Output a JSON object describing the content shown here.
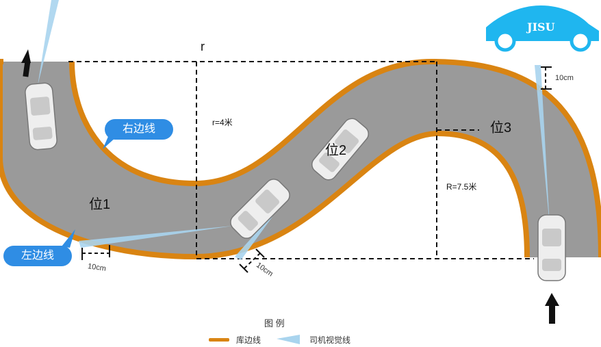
{
  "brand": {
    "logo_text": "JISU",
    "color": "#1fb6ef"
  },
  "labels": {
    "r_top": "r",
    "r_small": "r=4米",
    "r_large": "R=7.5米",
    "pos1": "位1",
    "pos2": "位2",
    "pos3": "位3",
    "dist_left": "10cm",
    "dist_mid": "10cm",
    "dist_right": "10cm"
  },
  "callouts": {
    "right_edge": "右边线",
    "left_edge": "左边线"
  },
  "legend": {
    "title": "图  例",
    "items": [
      {
        "label": "库边线",
        "color": "#d98412",
        "kind": "line"
      },
      {
        "label": "司机视觉线",
        "color": "#a9d4ee",
        "kind": "wedge"
      }
    ]
  },
  "colors": {
    "road": "#9a9a9a",
    "edge": "#d98412",
    "sight": "#a9d4ee",
    "callout": "#2f8de4"
  }
}
